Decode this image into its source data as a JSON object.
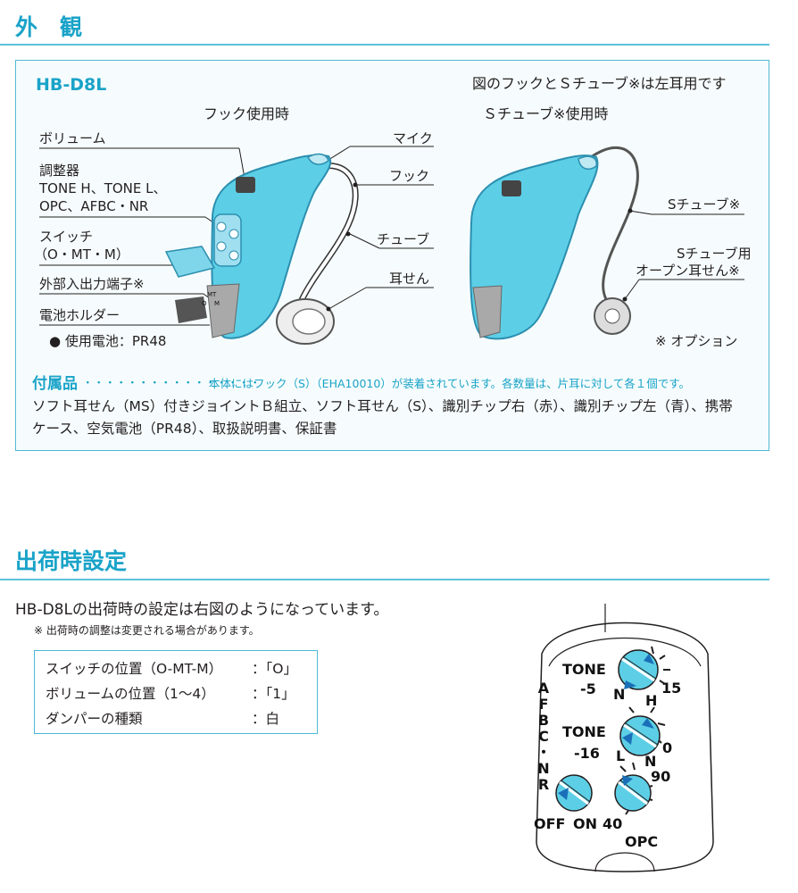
{
  "section1": {
    "title": "外　観"
  },
  "appearance": {
    "model": "HB-D8L",
    "note": "図のフックとＳチューブ※は左耳用です",
    "hook_caption": "フック使用時",
    "tube_caption": "Ｓチューブ※使用時",
    "labels_left": {
      "volume": "ボリューム",
      "adjuster": "調整器",
      "adjuster_1": "TONE H、TONE L、",
      "adjuster_2": "OPC、AFBC・NR",
      "switch": "スイッチ",
      "switch_sub": "（O・MT・M）",
      "external": "外部入出力端子※",
      "battery_holder": "電池ホルダー",
      "battery": "● 使用電池：PR48"
    },
    "labels_mid": {
      "mic": "マイク",
      "hook": "フック",
      "tube": "チューブ",
      "earpiece": "耳せん"
    },
    "labels_right": {
      "s_tube": "Sチューブ※",
      "open_ear_1": "Sチューブ用",
      "open_ear_2": "オープン耳せん※",
      "option": "※ オプション"
    },
    "device_marks": {
      "mt": "MT",
      "m": "M",
      "o": "O"
    },
    "accessories": {
      "label": "付属品",
      "dots": "・・・・・・・・・・・・・・・・",
      "note": "本体にはフック（S）（EHA10010）が装着されています。各数量は、片耳に対して各１個です。",
      "body": "ソフト耳せん（MS）付きジョイントＢ組立、ソフト耳せん（S）、識別チップ右（赤）、識別チップ左（青）、携帯ケース、空気電池（PR48）、取扱説明書、保証書"
    }
  },
  "section2": {
    "title": "出荷時設定"
  },
  "factory": {
    "intro": "HB-D8Lの出荷時の設定は右図のようになっています。",
    "note": "※ 出荷時の調整は変更される場合があります。",
    "rows": [
      {
        "label": "スイッチの位置（O-MT-M）",
        "value": "：「O」"
      },
      {
        "label": "ボリュームの位置（1〜4）",
        "value": "：「1」"
      },
      {
        "label": "ダンパーの種類",
        "value": "：白"
      }
    ],
    "dial_labels": {
      "tone1": "TONE",
      "tone1_min": "-5",
      "tone1_n": "N",
      "tone1_h": "H",
      "tone1_max": "15",
      "tone2": "TONE",
      "tone2_min": "-16",
      "tone2_l": "L",
      "tone2_n": "N",
      "tone2_max": "0",
      "afbc": [
        "A",
        "F",
        "B",
        "C",
        "・",
        "N",
        "R"
      ],
      "off": "OFF",
      "on": "ON",
      "opc_min": "40",
      "opc_max": "90",
      "opc": "OPC"
    }
  },
  "colors": {
    "accent": "#1aa3c8",
    "device": "#5ccfe6",
    "device_dark": "#2c8fb0",
    "box_bg": "#f6fcfd"
  }
}
